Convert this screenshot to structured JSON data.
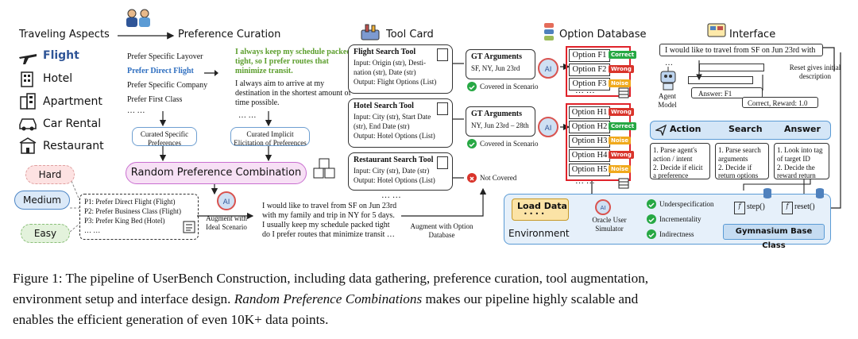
{
  "header": {
    "traveling_aspects": "Traveling Aspects",
    "preference_curation": "Preference Curation",
    "tool_card": "Tool Card",
    "option_database": "Option Database",
    "interface": "Interface"
  },
  "aspects": [
    "Flight",
    "Hotel",
    "Apartment",
    "Car Rental",
    "Restaurant"
  ],
  "preferences": {
    "specific_layover": "Prefer Specific Layover",
    "direct_flight": "Prefer Direct Flight",
    "specific_company": "Prefer Specific Company",
    "first_class": "Prefer First Class",
    "ellipsis": "… …",
    "green_quote": "I always keep my schedule packed tight, so I prefer routes that minimize transit.",
    "aim_quote": "I always aim to arrive at my destination in the shortest amount of time possible.",
    "ellipsis2": "… …"
  },
  "curated_specific": "Curated Specific Preferences",
  "curated_implicit": "Curated Implicit Elicitation of Preferences",
  "random_combination": "Random Preference Combination",
  "difficulty": {
    "hard": "Hard",
    "medium": "Medium",
    "easy": "Easy"
  },
  "pref_list": [
    "P1: Prefer Direct Flight (Flight)",
    "P2: Prefer Business Class (Flight)",
    "P3: Prefer King Bed (Hotel)",
    "… …"
  ],
  "augment_ideal": "Augment with Ideal Scenario",
  "scenario_text": [
    "I would like to travel from SF on Jun 23rd",
    "with my family and trip in NY for 5 days.",
    "I usually keep my schedule packed tight",
    "do I prefer routes that minimize transit …"
  ],
  "augment_option": "Augment with Option Database",
  "tools": [
    {
      "title": "Flight Search Tool",
      "lines": [
        "Input: Origin (str), Desti-",
        "nation (str), Date (str)",
        "Output: Flight Options (List)"
      ]
    },
    {
      "title": "Hotel Search Tool",
      "lines": [
        "Input: City (str), Start Date",
        "(str), End Date (str)",
        "Output: Hotel Options (List)"
      ]
    },
    {
      "title": "Restaurant Search Tool",
      "lines": [
        "Input: City (str), Date (str)",
        "Output: Hotel Options (List)"
      ]
    }
  ],
  "tools_ellipsis": "… …",
  "gt": [
    {
      "title": "GT Arguments",
      "value": "SF, NY, Jun 23rd",
      "status": "Covered in Scenario"
    },
    {
      "title": "GT Arguments",
      "value": "NY, Jun 23rd – 28th",
      "status": "Covered in Scenario"
    }
  ],
  "not_covered": "Not Covered",
  "flight_options": [
    {
      "label": "Option F1",
      "tag": "Correct"
    },
    {
      "label": "Option F2",
      "tag": "Wrong"
    },
    {
      "label": "Option F3",
      "tag": "Noise"
    }
  ],
  "hotel_options": [
    {
      "label": "Option H1",
      "tag": "Wrong"
    },
    {
      "label": "Option H2",
      "tag": "Correct"
    },
    {
      "label": "Option H3",
      "tag": "Noise"
    },
    {
      "label": "Option H4",
      "tag": "Wrong"
    },
    {
      "label": "Option H5",
      "tag": "Noise"
    }
  ],
  "options_ellipsis": "… …",
  "tag_colors": {
    "Correct": "#27a844",
    "Wrong": "#d9342b",
    "Noise": "#f0a91c"
  },
  "interface": {
    "user_msg": "I would like to travel from SF on Jun 23rd with …",
    "reset_note": "Reset gives initial description",
    "agent_label": "Agent Model",
    "answer_msg": "Answer: F1",
    "reward_msg": "Correct, Reward: 1.0",
    "action": "Action",
    "search": "Search",
    "answer": "Answer",
    "action_steps": [
      "1. Parse agent's action / intent",
      "2. Decide if elicit a preference"
    ],
    "search_steps": [
      "1. Parse search arguments",
      "2. Decide if return options"
    ],
    "answer_steps": [
      "1. Look into tag of target ID",
      "2. Decide the reward return"
    ],
    "step": "step()",
    "reset": "reset()"
  },
  "environment": {
    "load_data": "Load Data",
    "dots": "• • • •",
    "label": "Environment",
    "oracle": "Oracle User Simulator",
    "checks": [
      "Underspecification",
      "Incrementality",
      "Indirectness"
    ],
    "base_class": "Gymnasium Base Class"
  },
  "caption": {
    "line1": "Figure 1: The pipeline of UserBench Construction, including data gathering, preference curation, tool augmentation,",
    "line2_a": "environment setup and interface design.",
    "line2_b": "Random Preference Combinations",
    "line2_c": "makes our pipeline highly scalable and",
    "line3": "enables the efficient generation of even 10K+ data points."
  }
}
